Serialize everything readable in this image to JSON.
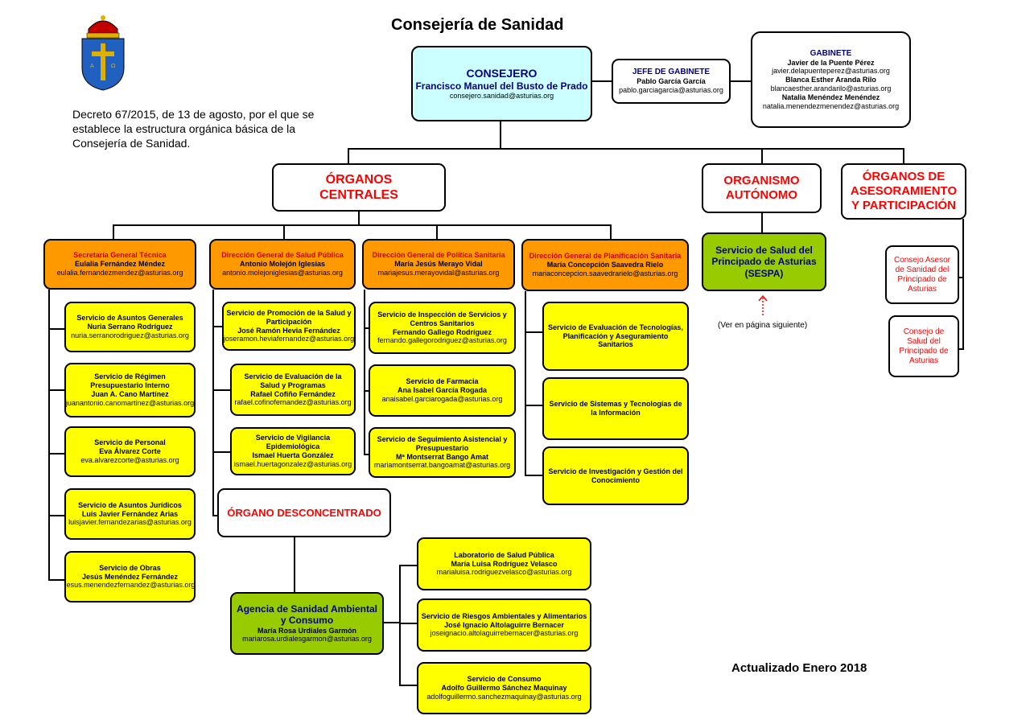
{
  "page": {
    "title": "Consejería de Sanidad",
    "decree": "Decreto 67/2015, de 13 de agosto, por el que se establece la estructura orgánica básica de la Consejería de Sanidad.",
    "updated": "Actualizado Enero 2018",
    "see_next": "(Ver en página siguiente)"
  },
  "consejero": {
    "role": "CONSEJERO",
    "name": "Francisco Manuel del Busto de Prado",
    "email": "consejero.sanidad@asturias.org"
  },
  "jefe_gabinete": {
    "role": "JEFE DE GABINETE",
    "name": "Pablo García García",
    "email": "pablo.garciagarcia@asturias.org"
  },
  "gabinete": {
    "role": "GABINETE",
    "members": [
      {
        "name": "Javier de la Puente Pérez",
        "email": "javier.delapuenteperez@asturias.org"
      },
      {
        "name": "Blanca Esther Aranda Rilo",
        "email": "blancaesther.arandarilo@asturias.org"
      },
      {
        "name": "Natalia Menéndez Menéndez",
        "email": "natalia.menendezmenendez@asturias.org"
      }
    ]
  },
  "groups": {
    "centrales": "ÓRGANOS\nCENTRALES",
    "autonomo": "ORGANISMO\nAUTÓNOMO",
    "asesoramiento": "ÓRGANOS DE\nASESORAMIENTO\nY PARTICIPACIÓN"
  },
  "directorates": [
    {
      "title": "Secretaría General Técnica",
      "name": "Eulalia Fernández Méndez",
      "email": "eulalia.fernandezmendez@asturias.org"
    },
    {
      "title": "Dirección General de Salud Pública",
      "name": "Antonio Molejón Iglesias",
      "email": "antonio.molejoniglesias@asturias.org"
    },
    {
      "title": "Dirección General de Política Sanitaria",
      "name": "María Jesús Merayo Vidal",
      "email": "mariajesus.merayovidal@asturias.org"
    },
    {
      "title": "Dirección General de Planificación Sanitaria",
      "name": "María Concepción Saavedra Rielo",
      "email": "mariaconcepcion.saavedrarielo@asturias.org"
    }
  ],
  "sgt_services": [
    {
      "title": "Servicio de Asuntos Generales",
      "name": "Nuria Serrano Rodríguez",
      "email": "nuria.serranorodriguez@asturias.org"
    },
    {
      "title": "Servicio de Régimen Presupuestario Interno",
      "name": "Juan A. Cano Martínez",
      "email": "juanantonio.canomartinez@asturias.org"
    },
    {
      "title": "Servicio de Personal",
      "name": "Eva Álvarez Corte",
      "email": "eva.alvarezcorte@asturias.org"
    },
    {
      "title": "Servicio de Asuntos Jurídicos",
      "name": "Luis Javier Fernández Arias",
      "email": "luisjavier.fernandezarias@asturias.org"
    },
    {
      "title": "Servicio de Obras",
      "name": "Jesús Menéndez Fernández",
      "email": "jesus.menendezfernandez@asturias.org"
    }
  ],
  "dgsp_services": [
    {
      "title": "Servicio de Promoción de la Salud y Participación",
      "name": "José Ramón Hevia Fernández",
      "email": "joseramon.heviafernandez@asturias.org"
    },
    {
      "title": "Servicio de Evaluación de la Salud y Programas",
      "name": "Rafael Cofiño Fernández",
      "email": "rafael.cofinofernandez@asturias.org"
    },
    {
      "title": "Servicio de Vigilancia Epidemiológica",
      "name": "Ismael Huerta González",
      "email": "ismael.huertagonzalez@asturias.org"
    }
  ],
  "dgps_services": [
    {
      "title": "Servicio de Inspección de Servicios y Centros Sanitarios",
      "name": "Fernando Gallego Rodríguez",
      "email": "fernando.gallegorodriguez@asturias.org"
    },
    {
      "title": "Servicio de Farmacia",
      "name": "Ana Isabel García Rogada",
      "email": "anaisabel.garciarogada@asturias.org"
    },
    {
      "title": "Servicio de Seguimiento Asistencial y Presupuestario",
      "name": "Mª Montserrat Bango Amat",
      "email": "mariamontserrat.bangoamat@asturias.org"
    }
  ],
  "dgpl_services": [
    {
      "title": "Servicio de Evaluación de Tecnologías, Planificación y Aseguramiento Sanitarios"
    },
    {
      "title": "Servicio de Sistemas y Tecnologías de la Información"
    },
    {
      "title": "Servicio de Investigación y Gestión del Conocimiento"
    }
  ],
  "desconcentrado": {
    "title": "ÓRGANO DESCONCENTRADO"
  },
  "agencia": {
    "title": "Agencia de Sanidad Ambiental y Consumo",
    "name": "María Rosa Urdiales Garmón",
    "email": "mariarosa.urdialesgarmon@asturias.org"
  },
  "agencia_units": [
    {
      "title": "Laboratorio de Salud Pública",
      "name": "María Luisa Rodríguez Velasco",
      "email": "marialuisa.rodriguezvelasco@asturias.org"
    },
    {
      "title": "Servicio de Riesgos Ambientales y Alimentarios",
      "name": "José Ignacio Altolaguirre Bernacer",
      "email": "joseignacio.altolaguirrebernacer@asturias.org"
    },
    {
      "title": "Servicio de Consumo",
      "name": "Adolfo Guillermo Sánchez Maquinay",
      "email": "adolfoguillermo.sanchezmaquinay@asturias.org"
    }
  ],
  "sespa": {
    "title": "Servicio de Salud del Principado de Asturias",
    "acronym": "(SESPA)"
  },
  "advisory": [
    {
      "title": "Consejo Asesor de Sanidad del Principado de Asturias"
    },
    {
      "title": "Consejo de Salud del Principado de Asturias"
    }
  ]
}
